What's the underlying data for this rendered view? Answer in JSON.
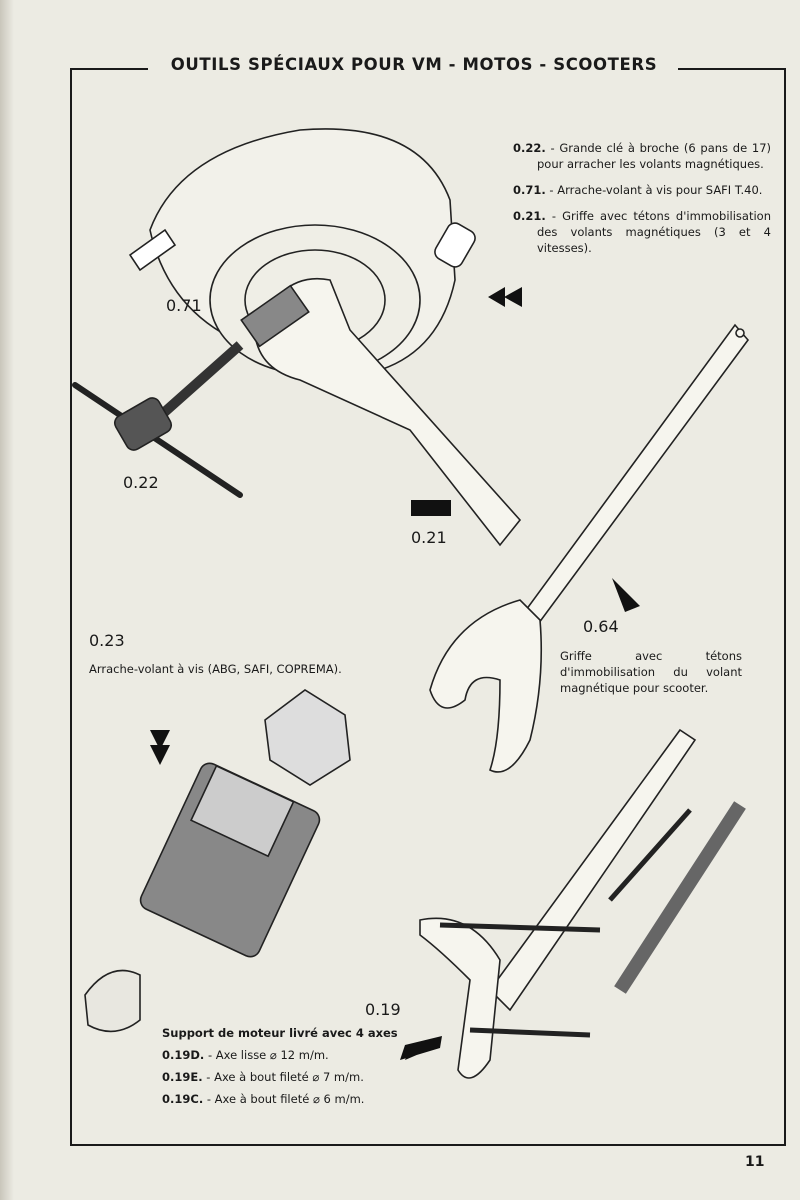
{
  "title": "OUTILS SPÉCIAUX POUR VM - MOTOS - SCOOTERS",
  "top_legend": [
    {
      "code": "0.22.",
      "text": "- Grande clé à broche (6 pans de 17) pour arracher les volants magnétiques."
    },
    {
      "code": "0.71.",
      "text": "- Arrache-volant à vis pour SAFI T.40."
    },
    {
      "code": "0.21.",
      "text": "- Griffe avec tétons d'immobilisation des volants magnétiques (3 et 4 vitesses)."
    }
  ],
  "figure_labels": {
    "l071": "0.71",
    "l022": "0.22",
    "l021": "0.21",
    "l064": "0.64",
    "l023": "0.23",
    "l019": "0.19"
  },
  "caption_064": "Griffe avec tétons d'immobilisation du volant magnétique pour scooter.",
  "caption_023": "Arrache-volant à vis (ABG, SAFI, COPREMA).",
  "support": {
    "heading": "Support de moteur livré avec 4 axes",
    "items": [
      {
        "code": "0.19D.",
        "text": "- Axe lisse ⌀ 12 m/m."
      },
      {
        "code": "0.19E.",
        "text": "- Axe à bout fileté ⌀ 7 m/m."
      },
      {
        "code": "0.19C.",
        "text": "- Axe à bout fileté ⌀ 6 m/m."
      }
    ]
  },
  "page_number": "11"
}
